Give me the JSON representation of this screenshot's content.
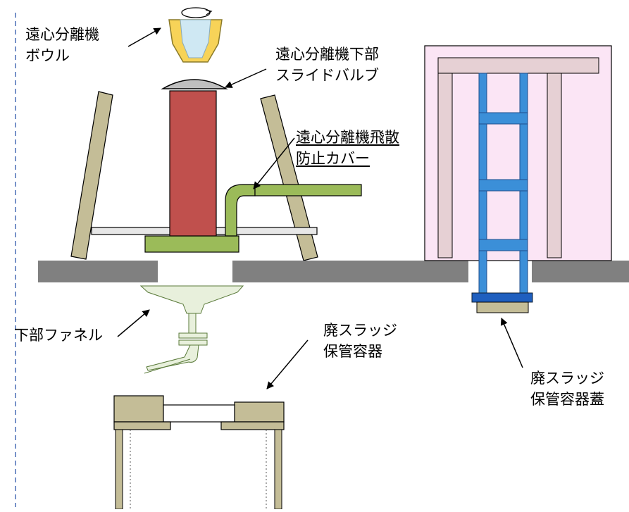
{
  "labels": {
    "bowl": [
      "遠心分離機",
      "ボウル"
    ],
    "slide_valve": [
      "遠心分離機下部",
      "スライドバルブ"
    ],
    "splash_cover": [
      "遠心分離機飛散",
      "防止カバー"
    ],
    "funnel": [
      "下部ファネル"
    ],
    "container": [
      "廃スラッジ",
      "保管容器"
    ],
    "container_lid": [
      "廃スラッジ",
      "保管容器蓋"
    ]
  },
  "colors": {
    "dashed_line": "#4a6fb5",
    "bowl_yellow": "#f7d358",
    "bowl_blue": "#cfe8f3",
    "valve_gray": "#bfbfbf",
    "column_red": "#c0504d",
    "tan": "#c4bd97",
    "pipe_green": "#9bbb59",
    "floor_gray": "#808080",
    "enclosure_pink": "#fbe5f5",
    "frame_pink": "#e6d0d4",
    "ladder_blue": "#3b8fd8",
    "funnel_green": "#e8f0dc"
  }
}
